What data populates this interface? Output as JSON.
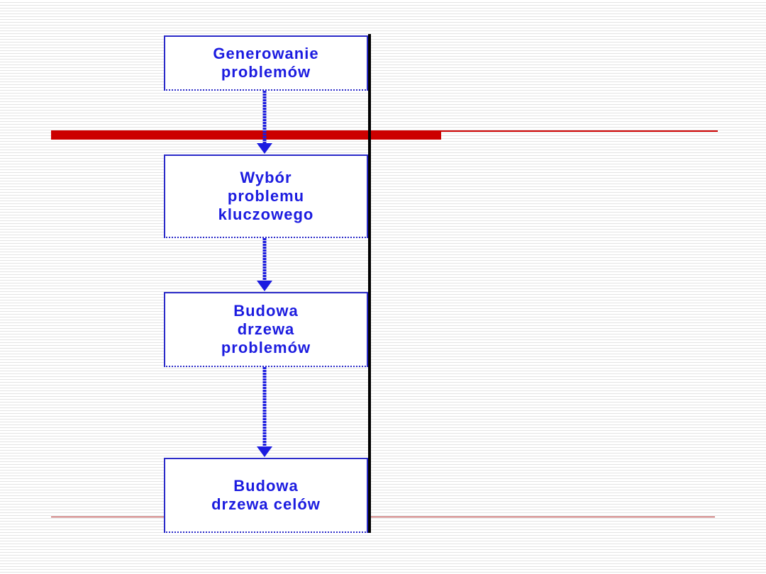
{
  "colors": {
    "box_border": "#2a2ac8",
    "box_text": "#1c1ce0",
    "arrow": "#1c1ce0",
    "accent_red": "#cc0000",
    "divider": "#000000"
  },
  "flowchart": {
    "steps": [
      {
        "label": "Generowanie\nproblemów"
      },
      {
        "label": "Wybór\nproblemu\nkluczowego"
      },
      {
        "label": "Budowa\ndrzewa\nproblemów"
      },
      {
        "label": "Budowa\ndrzewa celów"
      }
    ],
    "arrows": [
      {
        "from": "Generowanie problemów",
        "to": "Wybór problemu kluczowego"
      },
      {
        "from": "Wybór problemu kluczowego",
        "to": "Budowa drzewa problemów"
      },
      {
        "from": "Budowa drzewa problemów",
        "to": "Budowa drzewa celów"
      }
    ]
  }
}
